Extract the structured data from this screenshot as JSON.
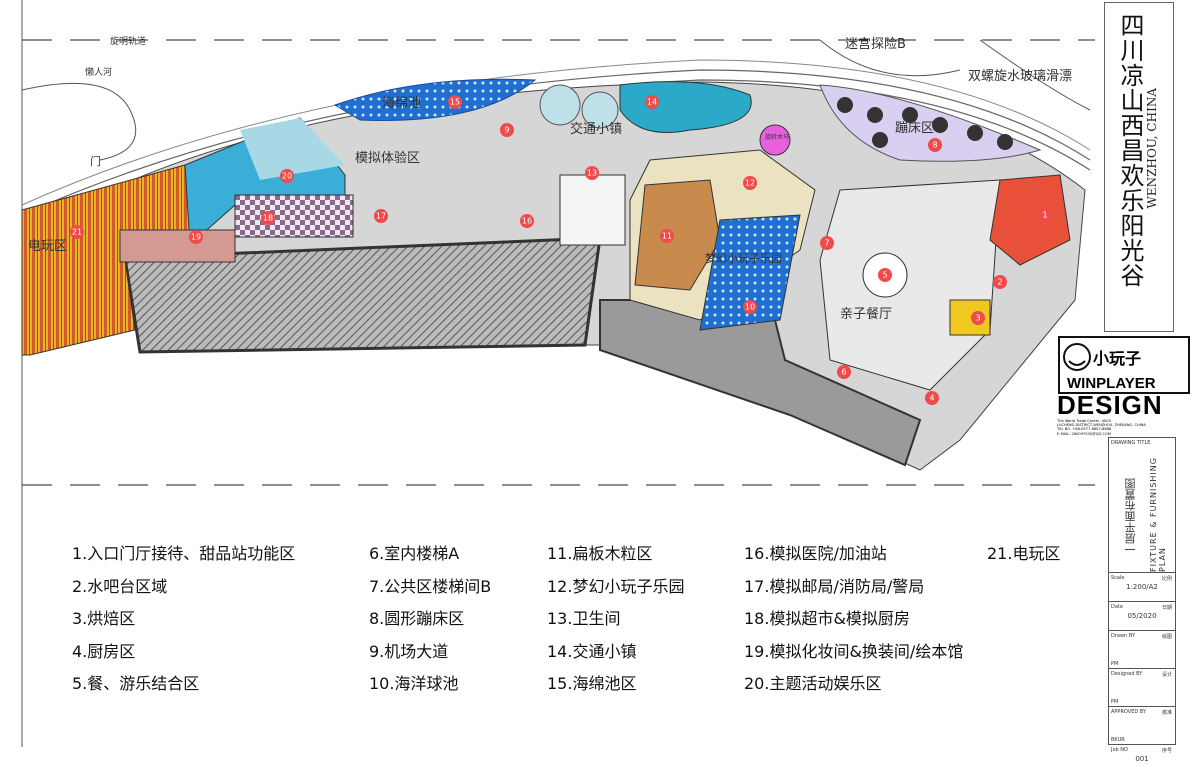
{
  "project": {
    "title_cn": "四川凉山西昌欢乐阳光谷",
    "location": "WENZHOU, CHINA"
  },
  "plan_labels": {
    "sim_zone": "模拟体验区",
    "traffic_town": "交通小镇",
    "sponge_pool": "海绵池",
    "trampoline": "蹦床区",
    "maze": "迷宫探险B",
    "slide": "双螺旋水玻璃滑漂",
    "lazy_river": "懒人河",
    "arcade": "电玩区",
    "family_restaurant": "亲子餐厅",
    "dream_park": "梦幻小玩子乐园",
    "carousel": "旋转木马",
    "rainbow_track": "旋明轨道",
    "gate": "门"
  },
  "markers": [
    "1",
    "2",
    "3",
    "4",
    "5",
    "6",
    "7",
    "8",
    "9",
    "10",
    "11",
    "12",
    "13",
    "14",
    "15",
    "16",
    "17",
    "18",
    "19",
    "20",
    "21"
  ],
  "legend": [
    [
      "1.入口门厅接待、甜品站功能区",
      "2.水吧台区域",
      "3.烘焙区",
      "4.厨房区",
      "5.餐、游乐结合区"
    ],
    [
      "6.室内楼梯A",
      "7.公共区楼梯间B",
      "8.圆形蹦床区",
      "9.机场大道",
      "10.海洋球池"
    ],
    [
      "11.扁板木粒区",
      "12.梦幻小玩子乐园",
      "13.卫生间",
      "14.交通小镇",
      "15.海绵池区"
    ],
    [
      "16.模拟医院/加油站",
      "17.模拟邮局/消防局/警局",
      "18.模拟超市&模拟厨房",
      "19.模拟化妆间&换装间/绘本馆",
      "20.主题活动娱乐区"
    ],
    [
      "21.电玩区"
    ]
  ],
  "logo": {
    "cn": "小玩子",
    "line1": "WINPLAYER",
    "line2": "DESIGN",
    "address": [
      "The World Trade Center ,4003",
      "LUCHENG DISTRICT,WENZHOU, ZHEJIANG, CHINA",
      "TEL NO. +86-0577-8807-8688",
      "E-MAIL: 260097030@QQ.COM"
    ]
  },
  "sheet": {
    "drawing_title_label": "DRAWING TITLE",
    "title_cn": "一层平面布置图",
    "title_en": "FIXTURE & FURNISHING PLAN",
    "scale_label": "Scale",
    "scale_cn": "比例",
    "scale": "1:200/A2",
    "date_label": "Date",
    "date_cn": "日期",
    "date": "05/2020",
    "drawn_label": "Drawn BY",
    "drawn_cn": "绘图",
    "drawn_foot": "PM",
    "designed_label": "Designed BY",
    "designed_cn": "设计",
    "designed_foot": "PM",
    "approved_label": "APPROVED BY",
    "approved_cn": "核准",
    "approved_foot": "BKUR",
    "job_label": "Job NO",
    "job_cn": "序号",
    "job": "001"
  },
  "colors": {
    "marker": "#f04a4a",
    "arcade": "#e8b52a",
    "blue_pool": "#1f6fd1",
    "teal": "#38b6d8",
    "lavender": "#d9cff0",
    "wood": "#c98a4e",
    "red_entry": "#e8503a"
  }
}
